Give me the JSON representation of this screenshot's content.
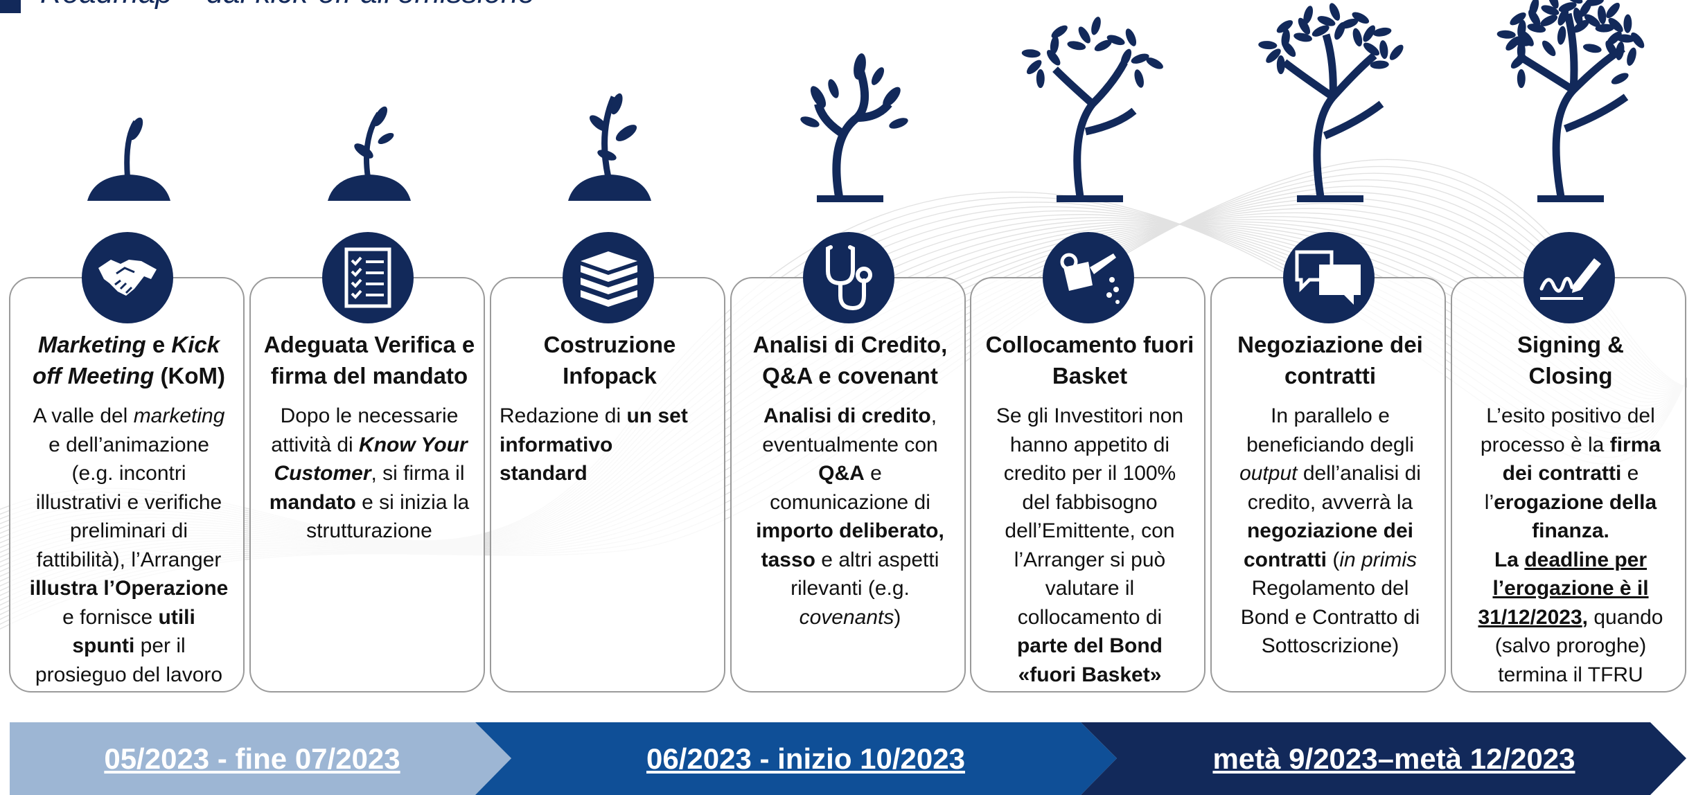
{
  "title": "Roadmap – dal kick-off all’emissione",
  "colors": {
    "navy": "#12295a",
    "blue": "#0f4f97",
    "light_blue": "#9db6d4"
  },
  "stages": [
    {
      "icon": "handshake-icon",
      "title": [
        {
          "t": "Marketing",
          "i": true
        },
        {
          "t": " e "
        },
        {
          "t": "Kick",
          "i": true
        },
        {
          "br": true
        },
        {
          "t": "off Meeting",
          "i": true
        },
        {
          "t": " (KoM)"
        }
      ],
      "align": "center",
      "body": [
        {
          "t": "A valle del "
        },
        {
          "t": "marketing",
          "i": true
        },
        {
          "br": true
        },
        {
          "t": "e dell’animazione"
        },
        {
          "br": true
        },
        {
          "t": "(e.g. incontri"
        },
        {
          "br": true
        },
        {
          "t": "illustrativi e verifiche"
        },
        {
          "br": true
        },
        {
          "t": "preliminari di"
        },
        {
          "br": true
        },
        {
          "t": "fattibilità), l’Arranger"
        },
        {
          "br": true
        },
        {
          "t": "illustra l’Operazione",
          "b": true
        },
        {
          "br": true
        },
        {
          "t": "e fornisce "
        },
        {
          "t": "utili",
          "b": true
        },
        {
          "br": true
        },
        {
          "t": "spunti",
          "b": true
        },
        {
          "t": " per il"
        },
        {
          "br": true
        },
        {
          "t": "prosieguo del lavoro"
        }
      ]
    },
    {
      "icon": "checklist-icon",
      "title": [
        {
          "t": "Adeguata Verifica e"
        },
        {
          "br": true
        },
        {
          "t": "firma del mandato"
        }
      ],
      "align": "center",
      "body": [
        {
          "t": "Dopo le necessarie"
        },
        {
          "br": true
        },
        {
          "t": "attività di "
        },
        {
          "t": "Know Your",
          "b": true,
          "i": true
        },
        {
          "br": true
        },
        {
          "t": "Customer",
          "b": true,
          "i": true
        },
        {
          "t": ", si firma il"
        },
        {
          "br": true
        },
        {
          "t": "mandato",
          "b": true
        },
        {
          "t": " e si inizia la"
        },
        {
          "br": true
        },
        {
          "t": "strutturazione"
        }
      ]
    },
    {
      "icon": "books-icon",
      "title": [
        {
          "t": "Costruzione"
        },
        {
          "br": true
        },
        {
          "t": "Infopack"
        }
      ],
      "align": "left",
      "body": [
        {
          "t": "Redazione di "
        },
        {
          "t": "un set",
          "b": true
        },
        {
          "br": true
        },
        {
          "t": "informativo",
          "b": true
        },
        {
          "br": true
        },
        {
          "t": "standard",
          "b": true
        }
      ]
    },
    {
      "icon": "stethoscope-icon",
      "title": [
        {
          "t": "Analisi di Credito,"
        },
        {
          "br": true
        },
        {
          "t": "Q&A e covenant"
        }
      ],
      "align": "center",
      "body": [
        {
          "t": "Analisi di credito",
          "b": true
        },
        {
          "t": ","
        },
        {
          "br": true
        },
        {
          "t": "eventualmente con"
        },
        {
          "br": true
        },
        {
          "t": "Q&A",
          "b": true
        },
        {
          "t": " e"
        },
        {
          "br": true
        },
        {
          "t": "comunicazione di"
        },
        {
          "br": true
        },
        {
          "t": "importo deliberato,",
          "b": true
        },
        {
          "br": true
        },
        {
          "t": "tasso",
          "b": true
        },
        {
          "t": " e altri aspetti"
        },
        {
          "br": true
        },
        {
          "t": "rilevanti (e.g."
        },
        {
          "br": true
        },
        {
          "t": "covenants",
          "i": true
        },
        {
          "t": ")"
        }
      ]
    },
    {
      "icon": "watering-can-icon",
      "title": [
        {
          "t": "Collocamento fuori"
        },
        {
          "br": true
        },
        {
          "t": "Basket"
        }
      ],
      "align": "center",
      "body": [
        {
          "t": "Se gli Investitori non"
        },
        {
          "br": true
        },
        {
          "t": "hanno appetito di"
        },
        {
          "br": true
        },
        {
          "t": "credito per il 100%"
        },
        {
          "br": true
        },
        {
          "t": "del fabbisogno"
        },
        {
          "br": true
        },
        {
          "t": "dell’Emittente, con"
        },
        {
          "br": true
        },
        {
          "t": "l’Arranger si può"
        },
        {
          "br": true
        },
        {
          "t": "valutare il"
        },
        {
          "br": true
        },
        {
          "t": "collocamento di"
        },
        {
          "br": true
        },
        {
          "t": "parte del Bond",
          "b": true
        },
        {
          "br": true
        },
        {
          "t": "«fuori Basket»",
          "b": true
        }
      ]
    },
    {
      "icon": "speech-bubbles-icon",
      "title": [
        {
          "t": "Negoziazione dei"
        },
        {
          "br": true
        },
        {
          "t": "contratti"
        }
      ],
      "align": "center",
      "body": [
        {
          "t": "In parallelo e"
        },
        {
          "br": true
        },
        {
          "t": "beneficiando degli"
        },
        {
          "br": true
        },
        {
          "t": "output",
          "i": true
        },
        {
          "t": " dell’analisi di"
        },
        {
          "br": true
        },
        {
          "t": "credito, avverrà la"
        },
        {
          "br": true
        },
        {
          "t": "negoziazione dei",
          "b": true
        },
        {
          "br": true
        },
        {
          "t": "contratti",
          "b": true
        },
        {
          "t": " ("
        },
        {
          "t": "in primis",
          "i": true
        },
        {
          "br": true
        },
        {
          "t": "Regolamento del"
        },
        {
          "br": true
        },
        {
          "t": "Bond e Contratto di"
        },
        {
          "br": true
        },
        {
          "t": "Sottoscrizione)"
        }
      ]
    },
    {
      "icon": "signature-pen-icon",
      "title": [
        {
          "t": "Signing &"
        },
        {
          "br": true
        },
        {
          "t": "Closing"
        }
      ],
      "align": "center",
      "body": [
        {
          "t": "L’esito positivo del"
        },
        {
          "br": true
        },
        {
          "t": "processo è la "
        },
        {
          "t": "firma",
          "b": true
        },
        {
          "br": true
        },
        {
          "t": "dei contratti",
          "b": true
        },
        {
          "t": " e"
        },
        {
          "br": true
        },
        {
          "t": "l’"
        },
        {
          "t": "erogazione della",
          "b": true
        },
        {
          "br": true
        },
        {
          "t": "finanza.",
          "b": true
        },
        {
          "br": true
        },
        {
          "t": "La ",
          "b": true
        },
        {
          "t": "deadline per",
          "b": true,
          "u": true
        },
        {
          "br": true
        },
        {
          "t": "l’erogazione è il",
          "b": true,
          "u": true
        },
        {
          "br": true
        },
        {
          "t": "31/12/2023",
          "b": true,
          "u": true
        },
        {
          "t": ",",
          "b": true
        },
        {
          "t": " quando"
        },
        {
          "br": true
        },
        {
          "t": "(salvo proroghe)"
        },
        {
          "br": true
        },
        {
          "t": "termina il TFRU"
        }
      ]
    }
  ],
  "timeline": [
    {
      "label": "05/2023 - fine 07/2023",
      "color": "#9db6d4"
    },
    {
      "label": "06/2023 - inizio 10/2023",
      "color": "#0f4f97"
    },
    {
      "label": "metà 9/2023–metà 12/2023",
      "color": "#12295a"
    }
  ]
}
